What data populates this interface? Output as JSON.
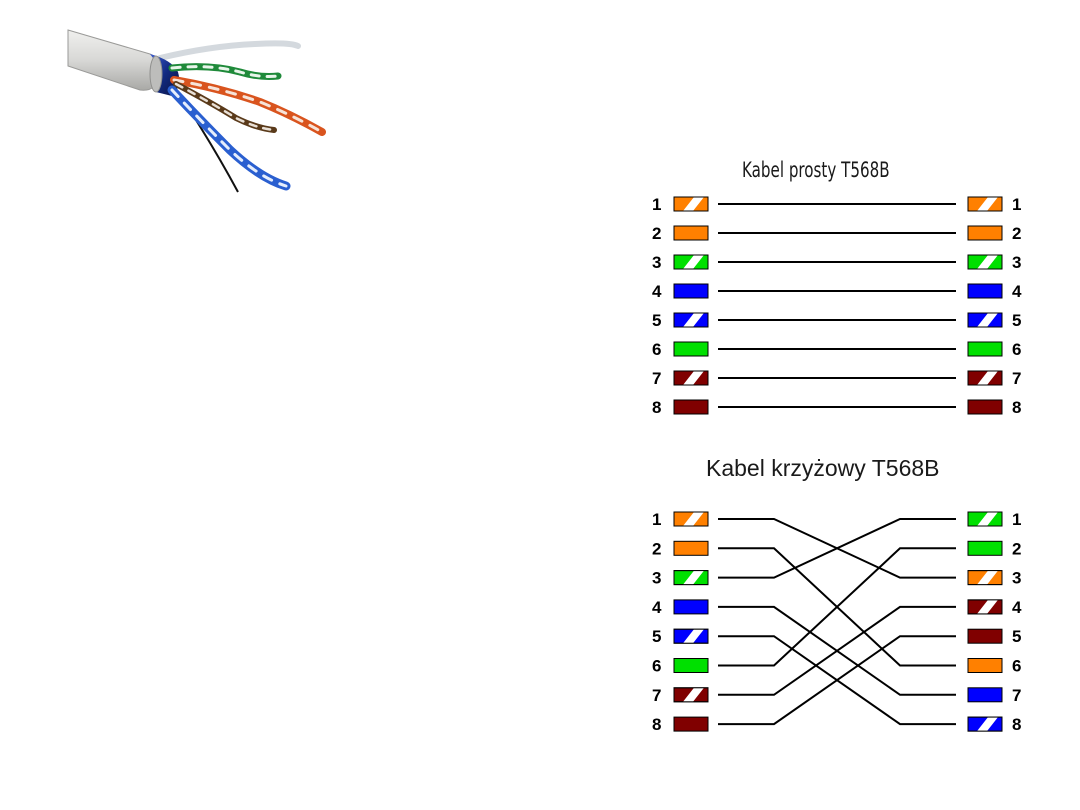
{
  "straight": {
    "title": "Kabel prosty T568B",
    "pins": [
      1,
      2,
      3,
      4,
      5,
      6,
      7,
      8
    ],
    "left": [
      "orange-white",
      "orange",
      "green-white",
      "blue",
      "blue-white",
      "green",
      "brown-white",
      "brown"
    ],
    "right": [
      "orange-white",
      "orange",
      "green-white",
      "blue",
      "blue-white",
      "green",
      "brown-white",
      "brown"
    ],
    "connections": [
      [
        1,
        1
      ],
      [
        2,
        2
      ],
      [
        3,
        3
      ],
      [
        4,
        4
      ],
      [
        5,
        5
      ],
      [
        6,
        6
      ],
      [
        7,
        7
      ],
      [
        8,
        8
      ]
    ]
  },
  "cross": {
    "title": "Kabel krzyżowy T568B",
    "pins": [
      1,
      2,
      3,
      4,
      5,
      6,
      7,
      8
    ],
    "left": [
      "orange-white",
      "orange",
      "green-white",
      "blue",
      "blue-white",
      "green",
      "brown-white",
      "brown"
    ],
    "right": [
      "green-white",
      "green",
      "orange-white",
      "brown-white",
      "brown",
      "orange",
      "blue",
      "blue-white"
    ],
    "connections": [
      [
        1,
        3
      ],
      [
        2,
        6
      ],
      [
        3,
        1
      ],
      [
        4,
        7
      ],
      [
        5,
        8
      ],
      [
        6,
        2
      ],
      [
        7,
        4
      ],
      [
        8,
        5
      ]
    ]
  },
  "colors": {
    "orange": "#ff8000",
    "green": "#00e000",
    "blue": "#0000ff",
    "brown": "#800000",
    "stripe": "#ffffff",
    "outline": "#000000",
    "line": "#000000"
  },
  "photo": {
    "icon": "twisted-pair-cable-icon",
    "jacket_color": "#d8d8d6",
    "pair_colors": [
      "#1f8a3a",
      "#d9541e",
      "#2a5fd0",
      "#5a3a1a"
    ]
  }
}
